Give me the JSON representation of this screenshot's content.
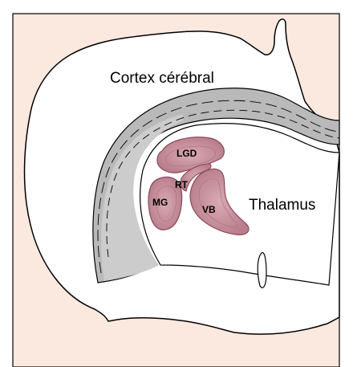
{
  "diagram": {
    "colors": {
      "background": "#fbe8de",
      "outline": "#000000",
      "tissue": "#ffffff",
      "white_matter": "#b9b9b9",
      "ventricle_shade": "#cccccc",
      "nucleus_fill": "#c9949f",
      "nucleus_stroke": "#8a4a5a"
    },
    "labels": {
      "cortex": "Cortex cérébral",
      "thalamus": "Thalamus",
      "lgd": "LGD",
      "rt": "RT",
      "mg": "MG",
      "vb": "VB"
    }
  }
}
